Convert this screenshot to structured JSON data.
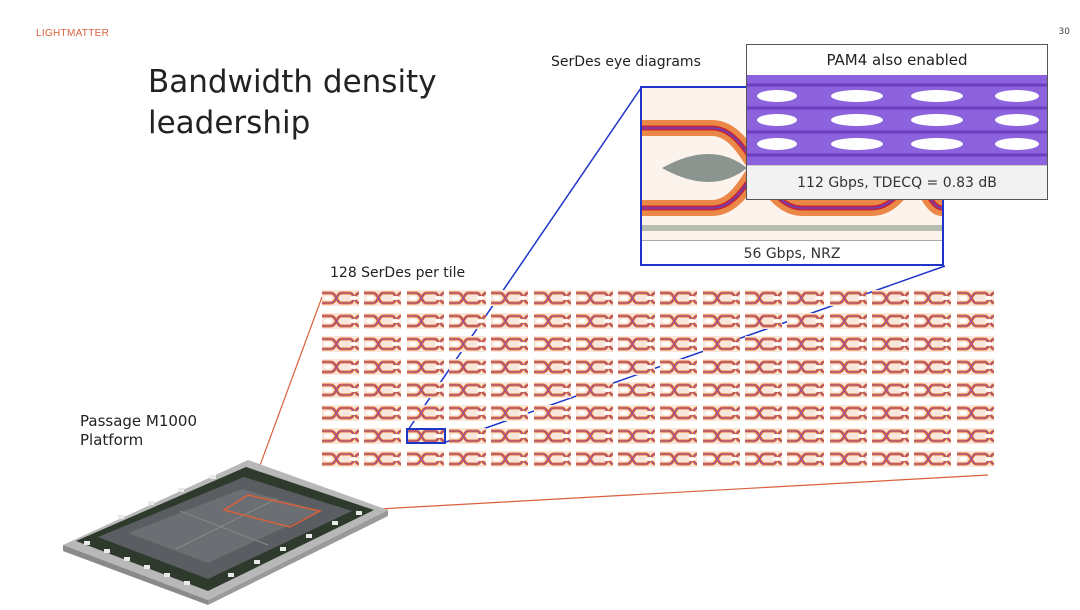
{
  "slide": {
    "logo": "LIGHTMATTER",
    "page_number": "30",
    "title_line1": "Bandwidth density",
    "title_line2": "leadership"
  },
  "eye_diagrams": {
    "label": "SerDes eye diagrams",
    "nrz_caption": "56 Gbps, NRZ",
    "pam4_header": "PAM4 also enabled",
    "pam4_caption": "112 Gbps, TDECQ = 0.83 dB"
  },
  "tile": {
    "label": "128 SerDes per tile",
    "rows": 8,
    "cols": 16
  },
  "platform": {
    "label_line1": "Passage M1000",
    "label_line2": "Platform"
  },
  "colors": {
    "accent_blue": "#1f35c8",
    "accent_red": "#d9603b",
    "eye_orange": "#e8742a",
    "eye_purple": "#7a3fd0"
  }
}
